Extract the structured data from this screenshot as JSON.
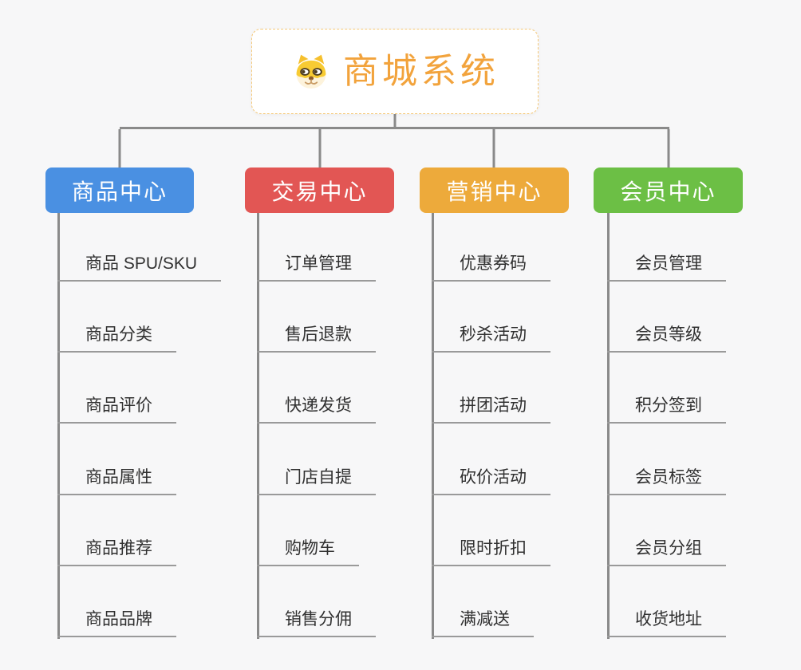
{
  "page": {
    "background_color": "#f7f7f8"
  },
  "root": {
    "title": "商城系统",
    "icon": "shiba-dog-icon",
    "accent_color": "#f2a33c",
    "border_color": "#f5c878"
  },
  "lines": {
    "color": "#8a8a8a"
  },
  "branches": [
    {
      "label": "商品中心",
      "color": "#4a90e2",
      "items": [
        "商品 SPU/SKU",
        "商品分类",
        "商品评价",
        "商品属性",
        "商品推荐",
        "商品品牌"
      ]
    },
    {
      "label": "交易中心",
      "color": "#e25654",
      "items": [
        "订单管理",
        "售后退款",
        "快递发货",
        "门店自提",
        "购物车",
        "销售分佣"
      ]
    },
    {
      "label": "营销中心",
      "color": "#edaa3b",
      "items": [
        "优惠券码",
        "秒杀活动",
        "拼团活动",
        "砍价活动",
        "限时折扣",
        "满减送"
      ]
    },
    {
      "label": "会员中心",
      "color": "#6cbf45",
      "items": [
        "会员管理",
        "会员等级",
        "积分签到",
        "会员标签",
        "会员分组",
        "收货地址"
      ]
    }
  ]
}
